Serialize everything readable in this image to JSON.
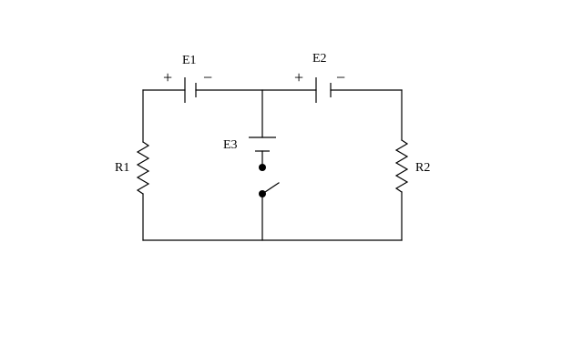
{
  "labels": {
    "e1": "E1",
    "e2": "E2",
    "e3": "E3",
    "r1": "R1",
    "r2": "R2"
  },
  "polarity": {
    "plus": "+",
    "minus": "−"
  },
  "colors": {
    "stroke": "#000000",
    "background": "#ffffff"
  }
}
